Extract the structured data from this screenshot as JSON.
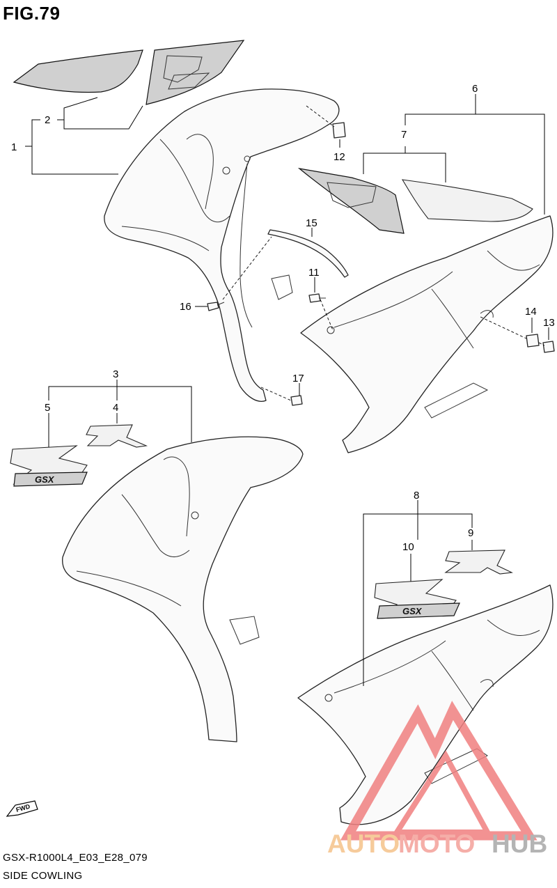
{
  "figure": {
    "title": "FIG.79"
  },
  "callouts": {
    "c1": "1",
    "c2": "2",
    "c3": "3",
    "c4": "4",
    "c5": "5",
    "c6": "6",
    "c7": "7",
    "c8": "8",
    "c9": "9",
    "c10": "10",
    "c11": "11",
    "c12": "12",
    "c13": "13",
    "c14": "14",
    "c15": "15",
    "c16": "16",
    "c17": "17"
  },
  "decal_text": {
    "gsx": "GSX",
    "fwd": "FWD"
  },
  "watermark": {
    "word_a": "AUTO",
    "word_b": "MOTO",
    "word_c": "HUB",
    "color_a": "#f5c28a",
    "color_b": "#f4a09a",
    "color_c": "#a8a8a8",
    "triangle_color": "#f08080"
  },
  "footer": {
    "model_code": "GSX-R1000L4_E03_E28_079",
    "section_name": "SIDE COWLING"
  }
}
